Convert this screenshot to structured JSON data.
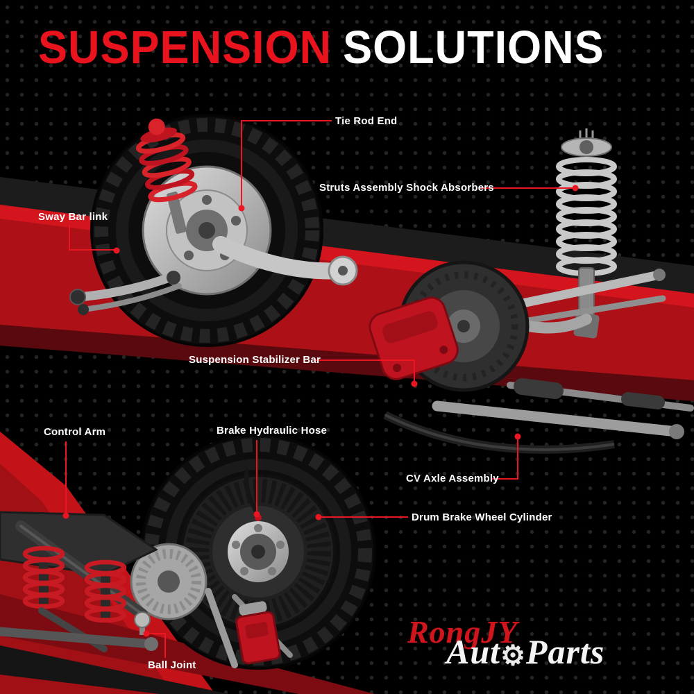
{
  "title": {
    "part1": "SUSPENSION",
    "part2": "SOLUTIONS"
  },
  "callouts": [
    {
      "label": "Tie Rod End"
    },
    {
      "label": "Struts Assembly Shock Absorbers"
    },
    {
      "label": "Sway Bar link"
    },
    {
      "label": "Suspension Stabilizer Bar"
    },
    {
      "label": "Control Arm"
    },
    {
      "label": "Brake Hydraulic Hose"
    },
    {
      "label": "CV Axle Assembly"
    },
    {
      "label": "Drum Brake Wheel Cylinder"
    },
    {
      "label": "Ball Joint"
    }
  ],
  "brand": {
    "name_red": "RongJY",
    "name_white_prefix": "Aut",
    "gear_icon": "⚙",
    "name_white_suffix": "Parts"
  },
  "colors": {
    "accent_red": "#e8131d",
    "ribbon_red": "#ad1117",
    "part_red": "#c01320",
    "background": "#000000",
    "text": "#ffffff"
  }
}
